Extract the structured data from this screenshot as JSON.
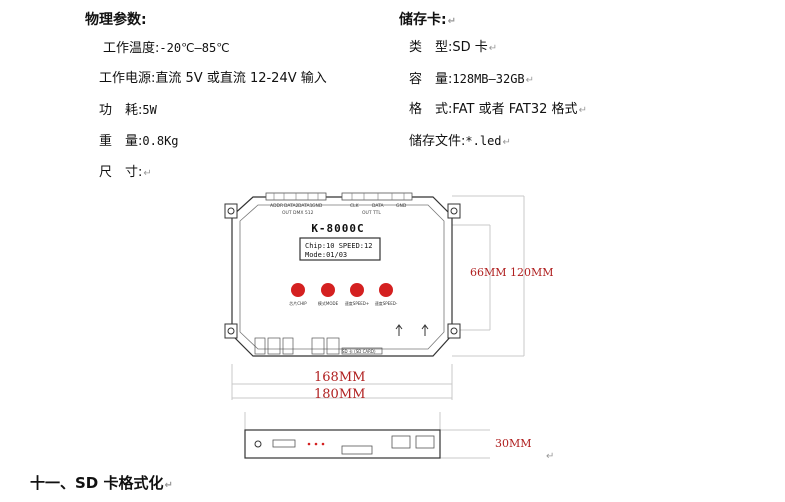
{
  "left": {
    "title": "物理参数:",
    "rows": [
      {
        "label": "工作温度:",
        "value": "-20℃—85℃"
      },
      {
        "label": "工作电源:",
        "value": "直流 5V 或直流 12-24V 输入"
      },
      {
        "label": "功　耗:",
        "value": "5W"
      },
      {
        "label": "重　量:",
        "value": "0.8Kg"
      },
      {
        "label": "尺　寸:",
        "value": ""
      }
    ]
  },
  "right": {
    "title": "储存卡:",
    "rows": [
      {
        "label": "类　型:",
        "value": "SD 卡"
      },
      {
        "label": "容　量:",
        "value": "128MB—32GB"
      },
      {
        "label": "格　式:",
        "value": "FAT 或者 FAT32 格式"
      },
      {
        "label": "储存文件:",
        "value": "*.led"
      }
    ]
  },
  "device": {
    "model": "K-8000C",
    "lcd_line1": "Chip:10  SPEED:12",
    "lcd_line2": "Mode:01/03",
    "buttons": [
      "芯片CHIP",
      "模式MODE",
      "速度SPEED+",
      "速度SPEED-"
    ],
    "button_color": "#d42020",
    "sd_label": "SD 卡 (SD CARD)",
    "top_labels_left": [
      "ADDR",
      "DATA2",
      "DATA1",
      "GND"
    ],
    "top_labels_right": [
      "CLK",
      "DATA",
      "GND"
    ],
    "left_group_title": "OUT DMX 512",
    "right_group_title": "OUT TTL"
  },
  "dimensions": {
    "width_inner": "168MM",
    "width_outer": "180MM",
    "height_inner": "66MM",
    "height_outer": "120MM",
    "depth": "30MM"
  },
  "footer": {
    "section_title": "十一、SD 卡格式化"
  }
}
